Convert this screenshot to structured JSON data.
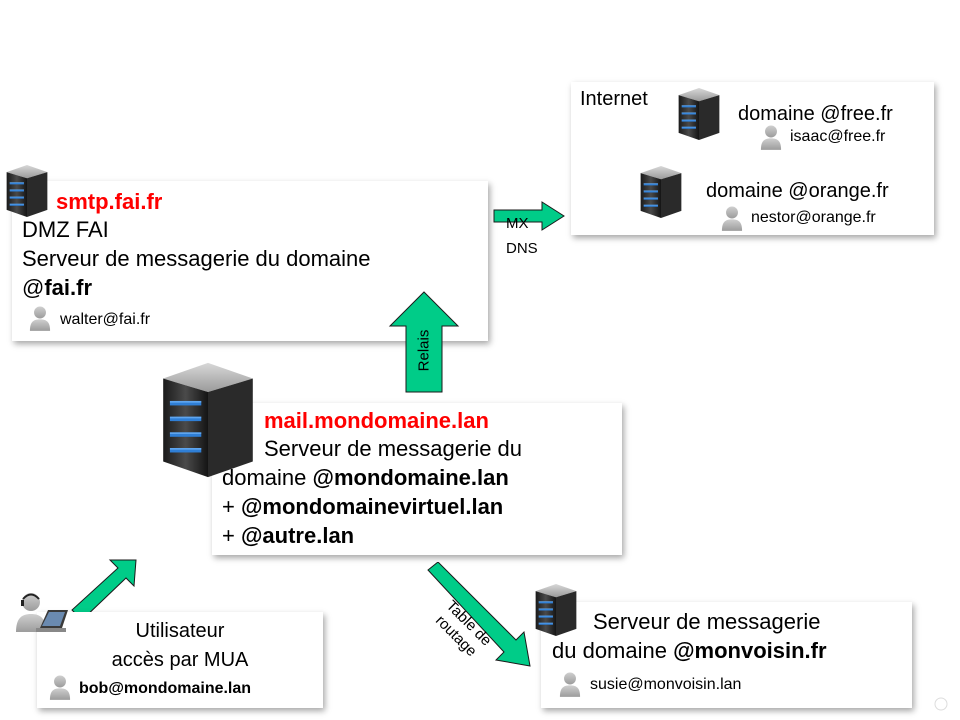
{
  "fai": {
    "hostname": "smtp.fai.fr",
    "line1": "DMZ FAI",
    "line2": "Serveur de messagerie du domaine",
    "domain_prefix": "@",
    "domain_bold": "fai.fr",
    "user": "walter@fai.fr"
  },
  "mx_label": {
    "line1": "MX",
    "line2": "DNS"
  },
  "internet": {
    "title": "Internet",
    "free_domain": "domaine @free.fr",
    "free_user": "isaac@free.fr",
    "orange_domain": "domaine @orange.fr",
    "orange_user": "nestor@orange.fr"
  },
  "relais_label": "Relais",
  "mondomaine": {
    "hostname": "mail.mondomaine.lan",
    "line1": "Serveur de messagerie du",
    "line2_prefix": "domaine ",
    "line2_bold": "@mondomaine.lan",
    "line3_prefix": "+ ",
    "line3_bold": "@mondomainevirtuel.lan",
    "line4_prefix": "+ ",
    "line4_bold": "@autre.lan"
  },
  "utilisateur": {
    "line1": "Utilisateur",
    "line2": "accès par MUA",
    "user": "bob@mondomaine.lan"
  },
  "routage_label": {
    "line1": "Table de",
    "line2": "routage"
  },
  "monvoisin": {
    "line1": "Serveur de messagerie",
    "line2_prefix": "du domaine ",
    "line2_bold": "@monvoisin.fr",
    "user": "susie@monvoisin.lan"
  },
  "colors": {
    "arrow_fill": "#00cc88",
    "hostname": "#ff0000"
  }
}
